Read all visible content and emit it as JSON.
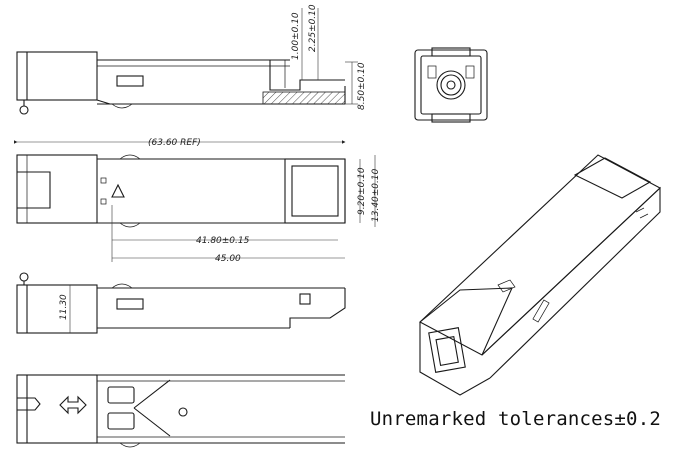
{
  "dimensions": {
    "d_1_00": "1.00±0.10",
    "d_2_25": "2.25±0.10",
    "d_8_50": "8.50±0.10",
    "d_63_60": "(63.60   REF)",
    "d_9_20": "9.20±0.10",
    "d_13_40": "13.40±0.10",
    "d_41_80": "41.80±0.15",
    "d_45_00": "45.00",
    "d_11_30": "11.30"
  },
  "note": "Unremarked tolerances±0.2",
  "colors": {
    "line": "#1a1a1a",
    "background": "#ffffff"
  },
  "icons": [
    "double-arrow-icon",
    "triangle-marker-icon",
    "hatch-pattern"
  ]
}
